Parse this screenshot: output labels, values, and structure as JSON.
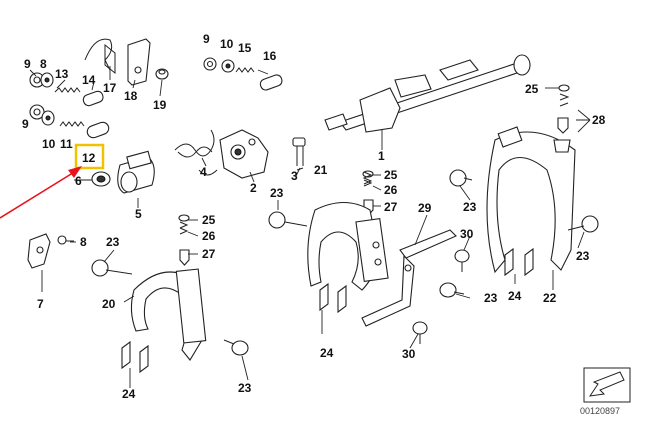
{
  "diagram": {
    "callouts": [
      {
        "id": "c-9a",
        "text": "9"
      },
      {
        "id": "c-8a",
        "text": "8"
      },
      {
        "id": "c-13",
        "text": "13"
      },
      {
        "id": "c-14",
        "text": "14"
      },
      {
        "id": "c-17",
        "text": "17"
      },
      {
        "id": "c-18",
        "text": "18"
      },
      {
        "id": "c-19",
        "text": "19"
      },
      {
        "id": "c-9b",
        "text": "9"
      },
      {
        "id": "c-10a",
        "text": "10"
      },
      {
        "id": "c-15",
        "text": "15"
      },
      {
        "id": "c-16",
        "text": "16"
      },
      {
        "id": "c-9c",
        "text": "9"
      },
      {
        "id": "c-10b",
        "text": "10"
      },
      {
        "id": "c-11",
        "text": "11"
      },
      {
        "id": "c-12",
        "text": "12"
      },
      {
        "id": "c-6",
        "text": "6"
      },
      {
        "id": "c-5",
        "text": "5"
      },
      {
        "id": "c-4",
        "text": "4"
      },
      {
        "id": "c-2",
        "text": "2"
      },
      {
        "id": "c-3",
        "text": "3"
      },
      {
        "id": "c-1",
        "text": "1"
      },
      {
        "id": "c-25a",
        "text": "25"
      },
      {
        "id": "c-26a",
        "text": "26"
      },
      {
        "id": "c-27a",
        "text": "27"
      },
      {
        "id": "c-21",
        "text": "21"
      },
      {
        "id": "c-23a",
        "text": "23"
      },
      {
        "id": "c-29",
        "text": "29"
      },
      {
        "id": "c-23b",
        "text": "23"
      },
      {
        "id": "c-30a",
        "text": "30"
      },
      {
        "id": "c-25b",
        "text": "25"
      },
      {
        "id": "c-28",
        "text": "28"
      },
      {
        "id": "c-23c",
        "text": "23"
      },
      {
        "id": "c-22",
        "text": "22"
      },
      {
        "id": "c-24a",
        "text": "24"
      },
      {
        "id": "c-23d",
        "text": "23"
      },
      {
        "id": "c-24b",
        "text": "24"
      },
      {
        "id": "c-30b",
        "text": "30"
      },
      {
        "id": "c-8b",
        "text": "8"
      },
      {
        "id": "c-7",
        "text": "7"
      },
      {
        "id": "c-23e",
        "text": "23"
      },
      {
        "id": "c-25c",
        "text": "25"
      },
      {
        "id": "c-26b",
        "text": "26"
      },
      {
        "id": "c-27b",
        "text": "27"
      },
      {
        "id": "c-20",
        "text": "20"
      },
      {
        "id": "c-24c",
        "text": "24"
      },
      {
        "id": "c-23f",
        "text": "23"
      }
    ],
    "highlight_label": "12",
    "highlight_color": "#f2c200",
    "pointer_color": "#e8141c",
    "reference_code": "00120897"
  }
}
